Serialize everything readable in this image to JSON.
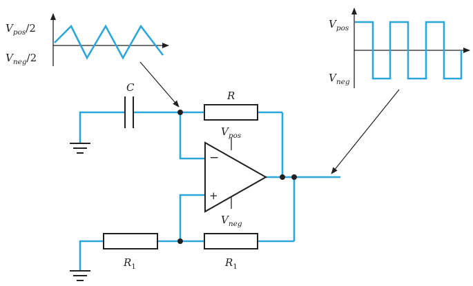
{
  "labels": {
    "capacitor": "C",
    "resistor_feedback": "R",
    "resistor_r1": "R",
    "resistor_r1_sub": "1",
    "resistor_r1b": "R",
    "resistor_r1b_sub": "1"
  },
  "opamp": {
    "minus": "−",
    "plus": "+",
    "supply_top": "V",
    "supply_top_sub": "pos",
    "supply_bottom": "V",
    "supply_bottom_sub": "neg"
  },
  "triangle_graph": {
    "top_v": "V",
    "top_sub": "pos",
    "top_tail": "/2",
    "bottom_v": "V",
    "bottom_sub": "neg",
    "bottom_tail": "/2"
  },
  "square_graph": {
    "top_v": "V",
    "top_sub": "pos",
    "bottom_v": "V",
    "bottom_sub": "neg"
  },
  "colors": {
    "wire": "#2ba6dc",
    "ink": "#231f20"
  }
}
